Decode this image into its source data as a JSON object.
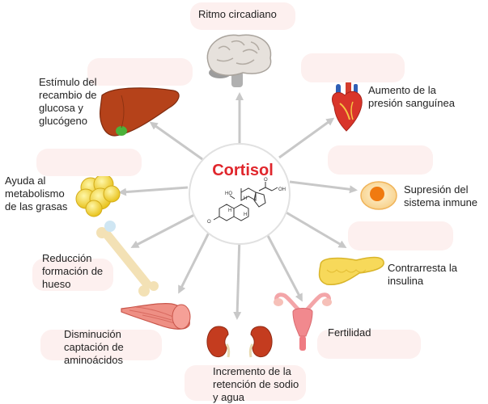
{
  "diagram": {
    "center": {
      "title": "Cortisol",
      "molecule_labels": [
        "HO",
        "OH",
        "O",
        "H",
        "H",
        "H",
        "O"
      ]
    },
    "effects": [
      {
        "id": "circadian",
        "text": "Ritmo circadiano",
        "icon": "brain-icon"
      },
      {
        "id": "pressure",
        "text": "Aumento de la\npresión sanguínea",
        "icon": "heart-icon"
      },
      {
        "id": "immune",
        "text": "Supresión del\nsistema inmune",
        "icon": "immune-cell-icon"
      },
      {
        "id": "insulin",
        "text": "Contrarresta la\ninsulina",
        "icon": "pancreas-icon"
      },
      {
        "id": "fertility",
        "text": "Fertilidad",
        "icon": "uterus-icon"
      },
      {
        "id": "sodium",
        "text": "Incremento de la\nretención de sodio\ny agua",
        "icon": "kidneys-icon"
      },
      {
        "id": "amino",
        "text": "Disminución\ncaptación de\naminoácidos",
        "icon": "muscle-icon"
      },
      {
        "id": "bone",
        "text": "Reducción\nformación de\nhueso",
        "icon": "bone-icon"
      },
      {
        "id": "fat",
        "text": "Ayuda al\nmetabolismo\nde las grasas",
        "icon": "fat-cells-icon"
      },
      {
        "id": "glucose",
        "text": "Estímulo del\nrecambio de\nglucosa y\nglucógeno",
        "icon": "liver-icon"
      }
    ]
  },
  "colors": {
    "title": "#e0262c",
    "arrow": "#c8c8c8",
    "label_bg": "#fdf0ef"
  }
}
